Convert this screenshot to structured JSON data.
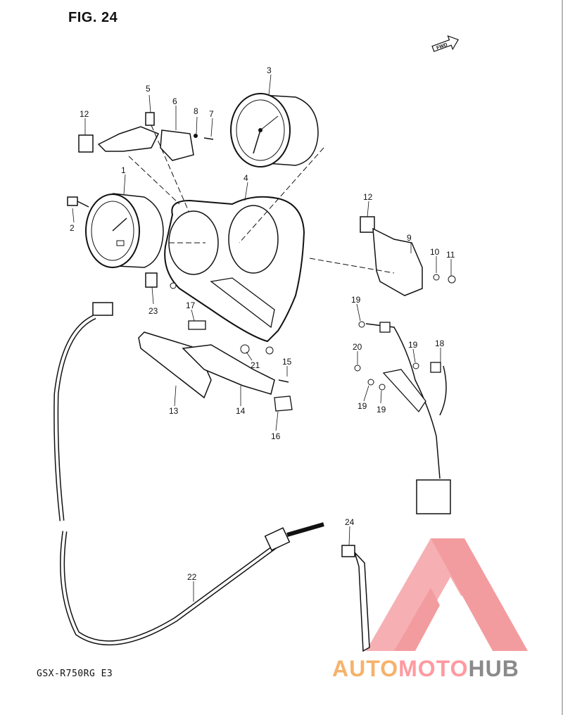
{
  "figure": {
    "title": "FIG. 24",
    "model_code": "GSX-R750RG  E3",
    "direction_badge": "FWD"
  },
  "callouts": [
    {
      "id": "c1",
      "label": "1"
    },
    {
      "id": "c2",
      "label": "2"
    },
    {
      "id": "c3",
      "label": "3"
    },
    {
      "id": "c4",
      "label": "4"
    },
    {
      "id": "c5",
      "label": "5"
    },
    {
      "id": "c6",
      "label": "6"
    },
    {
      "id": "c7",
      "label": "7"
    },
    {
      "id": "c8",
      "label": "8"
    },
    {
      "id": "c9",
      "label": "9"
    },
    {
      "id": "c10",
      "label": "10"
    },
    {
      "id": "c11",
      "label": "11"
    },
    {
      "id": "c12a",
      "label": "12"
    },
    {
      "id": "c12b",
      "label": "12"
    },
    {
      "id": "c13",
      "label": "13"
    },
    {
      "id": "c14",
      "label": "14"
    },
    {
      "id": "c15",
      "label": "15"
    },
    {
      "id": "c16",
      "label": "16"
    },
    {
      "id": "c17",
      "label": "17"
    },
    {
      "id": "c18",
      "label": "18"
    },
    {
      "id": "c19a",
      "label": "19"
    },
    {
      "id": "c19b",
      "label": "19"
    },
    {
      "id": "c19c",
      "label": "19"
    },
    {
      "id": "c19d",
      "label": "19"
    },
    {
      "id": "c20",
      "label": "20"
    },
    {
      "id": "c21",
      "label": "21"
    },
    {
      "id": "c22",
      "label": "22"
    },
    {
      "id": "c23",
      "label": "23"
    },
    {
      "id": "c24",
      "label": "24"
    }
  ],
  "watermark": {
    "part1": "AUTO",
    "part2": "MOTO",
    "part3": "HUB",
    "colors": {
      "triangle": "#f28b8f",
      "text_warm": "#f6b26b",
      "text_gray": "#8a8a8a"
    }
  }
}
